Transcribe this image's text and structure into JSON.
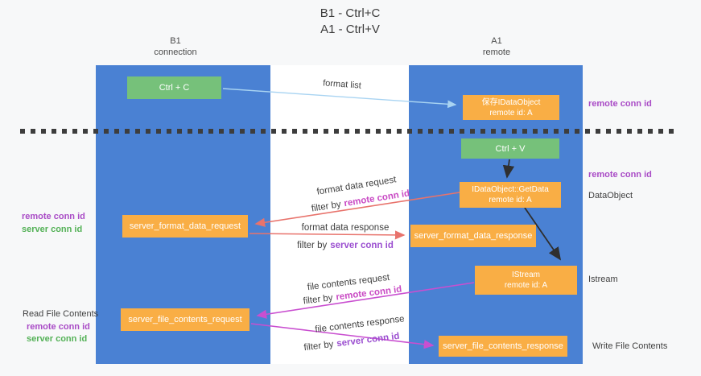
{
  "title": {
    "line1": "B1 - Ctrl+C",
    "line2": "A1 - Ctrl+V"
  },
  "lanes": {
    "left": {
      "name": "B1",
      "role": "connection"
    },
    "right": {
      "name": "A1",
      "role": "remote"
    }
  },
  "nodes": {
    "ctrl_c": "Ctrl + C",
    "ctrl_v": "Ctrl + V",
    "saved_dataobject_line1": "保存IDataObject",
    "saved_dataobject_line2": "remote id: A",
    "getdata_line1": "IDataObject::GetData",
    "getdata_line2": "remote id: A",
    "istream_line1": "IStream",
    "istream_line2": "remote id: A",
    "server_format_data_request": "server_format_data_request",
    "server_format_data_response": "server_format_data_response",
    "server_file_contents_request": "server_file_contents_request",
    "server_file_contents_response": "server_file_contents_response"
  },
  "flow_labels": {
    "format_list": "format list",
    "format_data_request": "format data request",
    "format_data_response": "format data response",
    "file_contents_request": "file contents request",
    "file_contents_response": "file contents response",
    "filter_by": "filter by"
  },
  "side_labels": {
    "remote_conn_id": "remote conn id",
    "server_conn_id": "server conn id",
    "dataobject": "DataObject",
    "istream": "Istream",
    "read_file_contents": "Read File Contents",
    "write_file_contents": "Write File Contents"
  },
  "colors": {
    "lane-blue": "#4a81d3",
    "node-orange": "#f9ae45",
    "node-green": "#76c17a",
    "arrow-salmon": "#e8736c",
    "arrow-magenta": "#c94fd0",
    "arrow-blue": "#a9d4f2",
    "arrow-black": "#2f2f2f",
    "text-purple": "#a94bc6",
    "text-green": "#53b156",
    "text-magenta": "#c94ac4",
    "text-violet": "#9b4fd0",
    "dash": "#3d3d3d"
  }
}
